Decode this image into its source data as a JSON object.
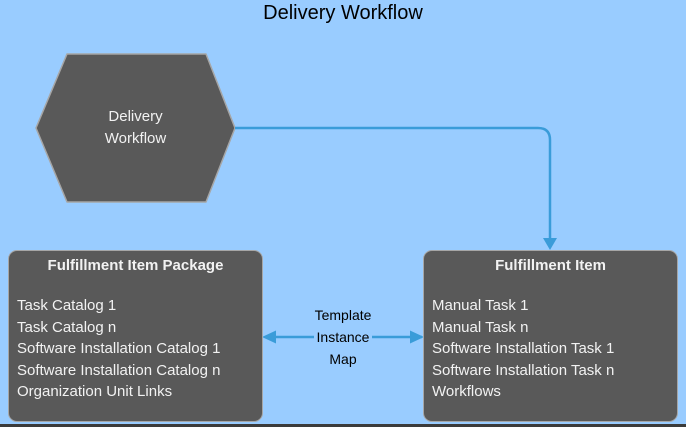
{
  "page": {
    "title": "Delivery Workflow"
  },
  "colors": {
    "bg": "#99CCFF",
    "shape_fill": "#595959",
    "shape_stroke": "#A6A6A6",
    "shape_text": "#F2F2F2",
    "connector": "#3A9CD9",
    "title_text": "#000000",
    "edge": "#3B3B3B"
  },
  "hexagon": {
    "line1": "Delivery",
    "line2": "Workflow"
  },
  "left_box": {
    "title": "Fulfillment Item Package",
    "items": [
      "Task Catalog 1",
      "Task Catalog n",
      "Software Installation Catalog 1",
      "Software Installation Catalog n",
      "Organization Unit Links"
    ]
  },
  "right_box": {
    "title": "Fulfillment Item",
    "items": [
      "Manual Task 1",
      "Manual Task n",
      "Software Installation Task 1",
      "Software Installation Task n",
      "Workflows"
    ]
  },
  "map_label": {
    "line1": "Template",
    "line2": "Instance",
    "line3": "Map"
  }
}
